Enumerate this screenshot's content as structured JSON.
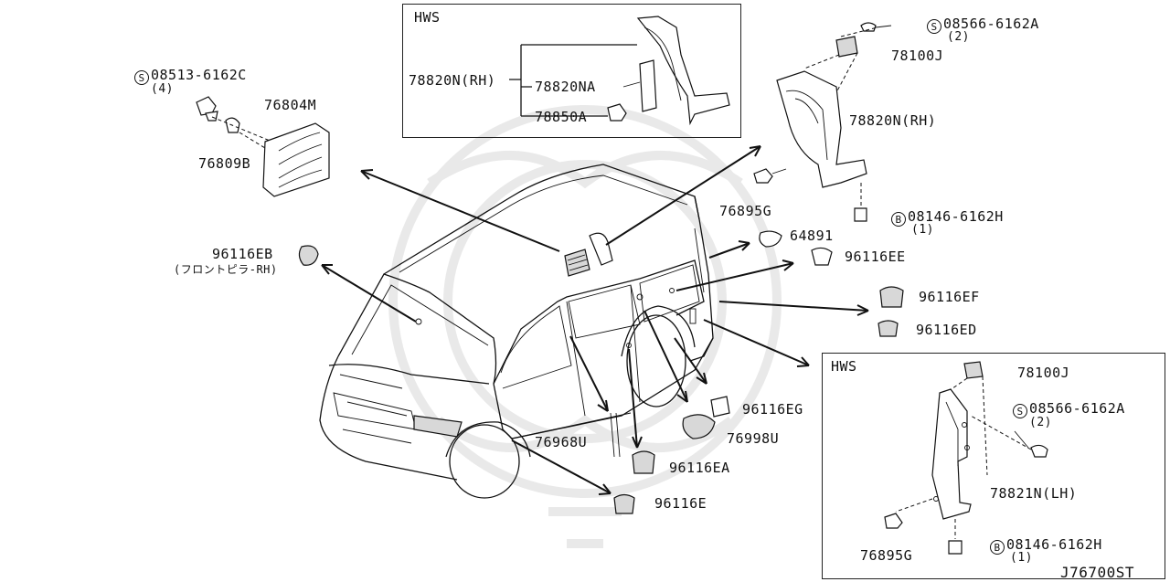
{
  "hws_top": {
    "heading": "HWS",
    "parts": [
      "78820N(RH)",
      "78820NA",
      "78850A"
    ]
  },
  "hws_bottom": {
    "heading": "HWS",
    "parts": [
      "78100J",
      "08566-6162A",
      "(2)",
      "78821N(LH)",
      "76895G",
      "08146-6162H",
      "(1)"
    ]
  },
  "parts": {
    "bolt_08513": "08513-6162C",
    "bolt_08513_qty": "(4)",
    "p76804M": "76804M",
    "p76809B": "76809B",
    "p96116EB": "96116EB",
    "p96116EB_note": "(フロントピラ-RH)",
    "bolt_08566": "08566-6162A",
    "bolt_08566_qty": "(2)",
    "p78100J": "78100J",
    "p78820N": "78820N(RH)",
    "p76895G": "76895G",
    "bolt_08146": "08146-6162H",
    "bolt_08146_qty": "(1)",
    "p64891": "64891",
    "p96116EE": "96116EE",
    "p96116EF": "96116EF",
    "p96116ED": "96116ED",
    "p96116EG": "96116EG",
    "p76998U": "76998U",
    "p76968U": "76968U",
    "p96116EA": "96116EA",
    "p96116E": "96116E"
  },
  "symbols": {
    "s": "S",
    "b": "B"
  },
  "diagram_code": "J76700ST"
}
